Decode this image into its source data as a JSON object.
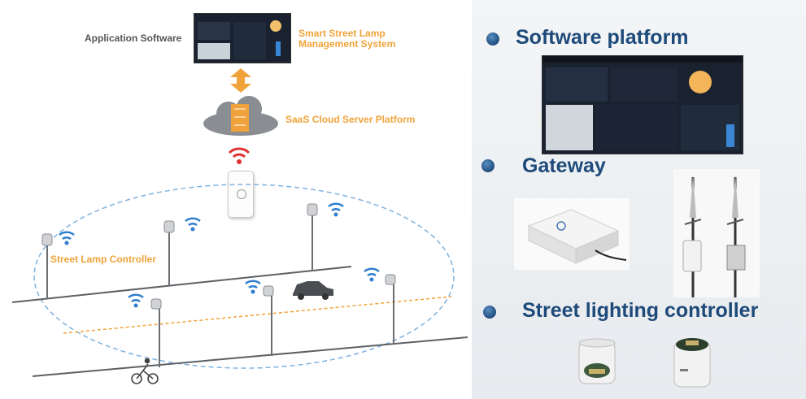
{
  "diagram": {
    "application_software": "Application Software",
    "smart_system": [
      "Smart Street Lamp",
      "Management System"
    ],
    "saas_platform": "SaaS Cloud Server Platform",
    "street_lamp_controller": "Street Lamp Controller"
  },
  "panels": {
    "software": "Software platform",
    "gateway": "Gateway",
    "controller": "Street lighting controller"
  },
  "colors": {
    "heading": "#1e4a7a",
    "orange": "#f0a33a",
    "wifi_blue": "#2f7fd0",
    "wifi_red": "#e03030"
  }
}
